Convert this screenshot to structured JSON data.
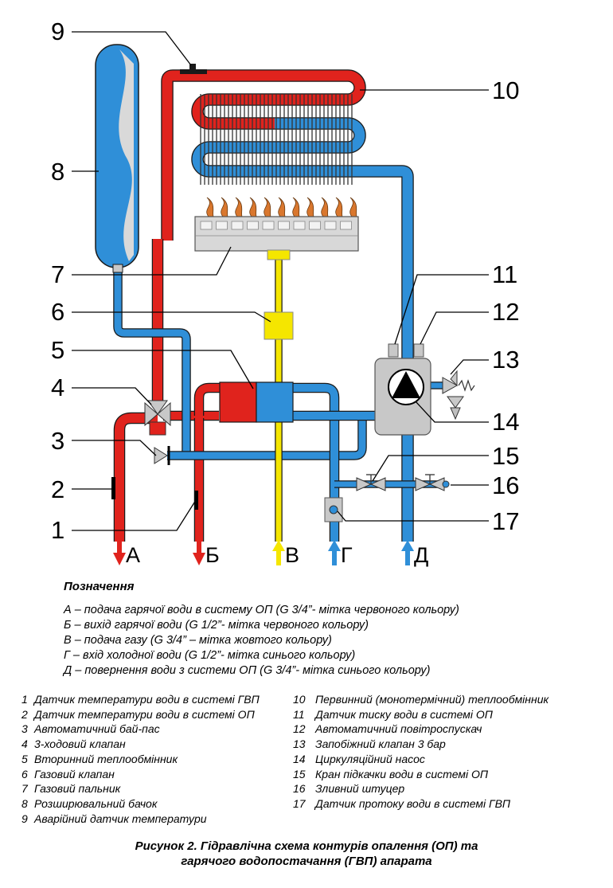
{
  "diagram": {
    "colors": {
      "hot": "#e0231d",
      "cold": "#2f8fd8",
      "gas": "#f5e600",
      "grey": "#c8c8c8",
      "flame": "#d9772e"
    },
    "callouts": [
      "1",
      "2",
      "3",
      "4",
      "5",
      "6",
      "7",
      "8",
      "9",
      "10",
      "11",
      "12",
      "13",
      "14",
      "15",
      "16",
      "17"
    ],
    "ports": [
      "А",
      "Б",
      "В",
      "Г",
      "Д"
    ]
  },
  "legend": {
    "title": "Позначення",
    "ports": [
      "А – подача гарячої води в систему ОП (G 3/4”- мітка червоного кольору)",
      "Б – вихід гарячої води (G 1/2”- мітка червоного кольору)",
      "В – подача газу (G 3/4” – мітка жовтого кольору)",
      "Г – вхід холодної води (G 1/2”- мітка синього кольору)",
      "Д – повернення води з системи ОП (G 3/4”- мітка синього кольору)"
    ],
    "parts_left": [
      {
        "n": "1",
        "text": "Датчик температури води в системі ГВП"
      },
      {
        "n": "2",
        "text": "Датчик температури води в системі ОП"
      },
      {
        "n": "3",
        "text": "Автоматичний бай-пас"
      },
      {
        "n": "4",
        "text": "3-ходовий клапан"
      },
      {
        "n": "5",
        "text": "Вторинний теплообмінник"
      },
      {
        "n": "6",
        "text": "Газовий клапан"
      },
      {
        "n": "7",
        "text": "Газовий пальник"
      },
      {
        "n": "8",
        "text": "Розширювальний бачок"
      },
      {
        "n": "9",
        "text": "Аварійний датчик температури"
      }
    ],
    "parts_right": [
      {
        "n": "10",
        "text": "Первинний (монотермічний) теплообмінник"
      },
      {
        "n": "11",
        "text": "Датчик тиску води в системі ОП"
      },
      {
        "n": "12",
        "text": "Автоматичний повітроспускач"
      },
      {
        "n": "13",
        "text": "Запобіжний клапан 3 бар"
      },
      {
        "n": "14",
        "text": "Циркуляційний насос"
      },
      {
        "n": "15",
        "text": "Кран підкачки води в системі ОП"
      },
      {
        "n": "16",
        "text": "Зливний штуцер"
      },
      {
        "n": "17",
        "text": "Датчик протоку води в системі ГВП"
      }
    ]
  },
  "caption": {
    "line1": "Рисунок 2.  Гідравлічна схема контурів опалення (ОП) та",
    "line2": "гарячого водопостачання (ГВП) апарата"
  }
}
